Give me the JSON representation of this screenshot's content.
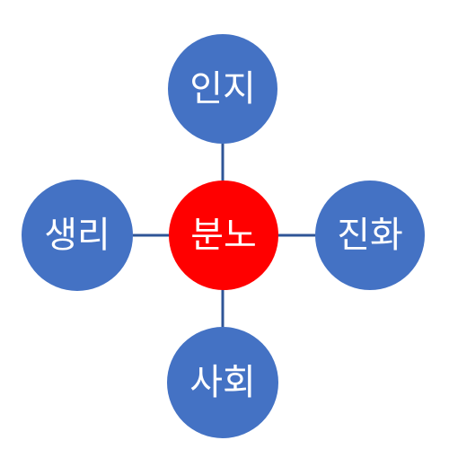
{
  "diagram": {
    "center": {
      "label": "분노",
      "color": "#ff0000"
    },
    "nodes": {
      "top": {
        "label": "인지"
      },
      "left": {
        "label": "생리"
      },
      "right": {
        "label": "진화"
      },
      "bottom": {
        "label": "사회"
      }
    },
    "node_color": "#4472c4",
    "connector_color": "#2f5597"
  }
}
